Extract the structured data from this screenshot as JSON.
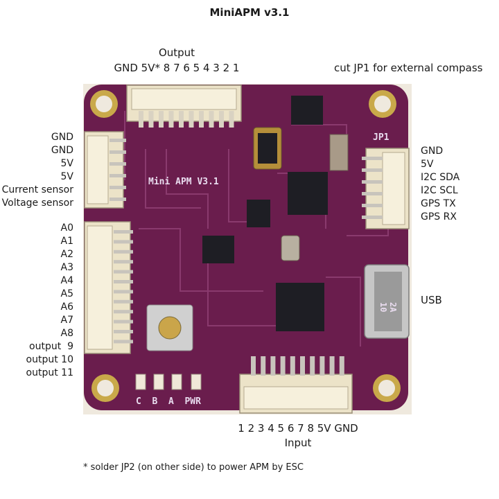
{
  "title": "MiniAPM v3.1",
  "output_header": {
    "title": "Output",
    "pins": "GND 5V* 8 7 6 5 4 3 2 1"
  },
  "jp1_note": "cut JP1 for external compass",
  "left_top_labels": [
    "GND",
    "GND",
    "5V",
    "5V",
    "Current sensor",
    "Voltage sensor"
  ],
  "left_analog_labels": [
    "A0",
    "A1",
    "A2",
    "A3",
    "A4",
    "A5",
    "A6",
    "A7",
    "A8",
    "output  9",
    "output 10",
    "output 11"
  ],
  "right_i2c_labels": [
    "GND",
    "5V",
    "I2C SDA",
    "I2C SCL",
    "GPS TX",
    "GPS RX"
  ],
  "usb_label": "USB",
  "input_header": {
    "pins": "1 2 3 4 5 6 7 8 5V GND",
    "title": "Input"
  },
  "footnote": "* solder JP2 (on other side) to power APM by ESC",
  "board": {
    "silkscreen_name": "Mini APM V3.1",
    "jp1_label": "JP1",
    "led_labels": "C  B  A  PWR",
    "usb_chip_text_1": "2A",
    "usb_chip_text_2": "10",
    "colors": {
      "pcb": "#6a1d4d",
      "photo_bg": "#efe9de",
      "connector": "#ece3c8",
      "chip": "#1e1e24"
    }
  }
}
